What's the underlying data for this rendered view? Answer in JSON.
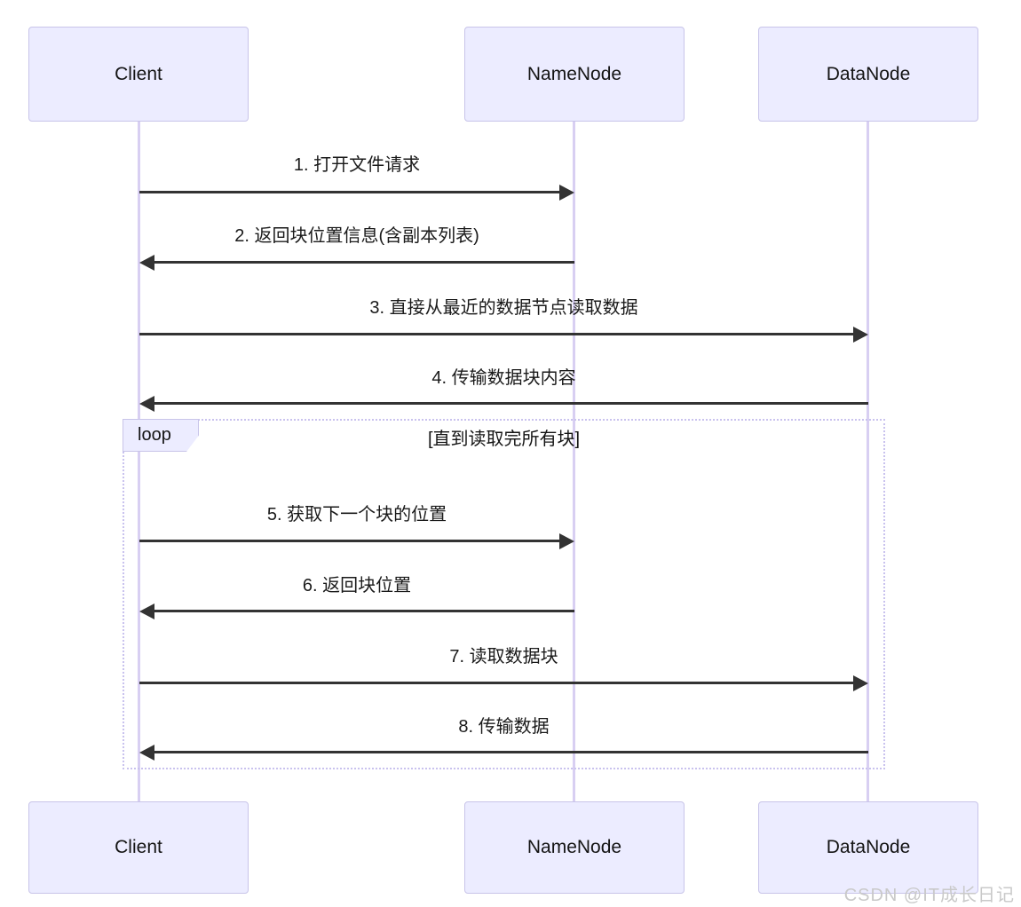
{
  "diagram": {
    "type": "sequence",
    "actors": [
      {
        "name": "Client"
      },
      {
        "name": "NameNode"
      },
      {
        "name": "DataNode"
      }
    ],
    "messages": [
      {
        "num": 1,
        "label": "1. 打开文件请求",
        "from": "Client",
        "to": "NameNode",
        "direction": "right"
      },
      {
        "num": 2,
        "label": "2. 返回块位置信息(含副本列表)",
        "from": "NameNode",
        "to": "Client",
        "direction": "left"
      },
      {
        "num": 3,
        "label": "3. 直接从最近的数据节点读取数据",
        "from": "Client",
        "to": "DataNode",
        "direction": "right"
      },
      {
        "num": 4,
        "label": "4. 传输数据块内容",
        "from": "DataNode",
        "to": "Client",
        "direction": "left"
      },
      {
        "num": 5,
        "label": "5. 获取下一个块的位置",
        "from": "Client",
        "to": "NameNode",
        "direction": "right"
      },
      {
        "num": 6,
        "label": "6. 返回块位置",
        "from": "NameNode",
        "to": "Client",
        "direction": "left"
      },
      {
        "num": 7,
        "label": "7. 读取数据块",
        "from": "Client",
        "to": "DataNode",
        "direction": "right"
      },
      {
        "num": 8,
        "label": "8. 传输数据",
        "from": "DataNode",
        "to": "Client",
        "direction": "left"
      }
    ],
    "loop": {
      "label": "loop",
      "condition": "[直到读取完所有块]",
      "contains_messages": [
        5,
        6,
        7,
        8
      ]
    },
    "watermark": "CSDN @IT成长日记",
    "colors": {
      "actor_fill": "#ECECFF",
      "actor_border": "#c8c4e9",
      "lifeline": "#d8cff2",
      "loop_border": "#c9c2ee",
      "arrow": "#333333",
      "text": "#1a1a1a",
      "watermark": "#c9c9c9"
    }
  }
}
